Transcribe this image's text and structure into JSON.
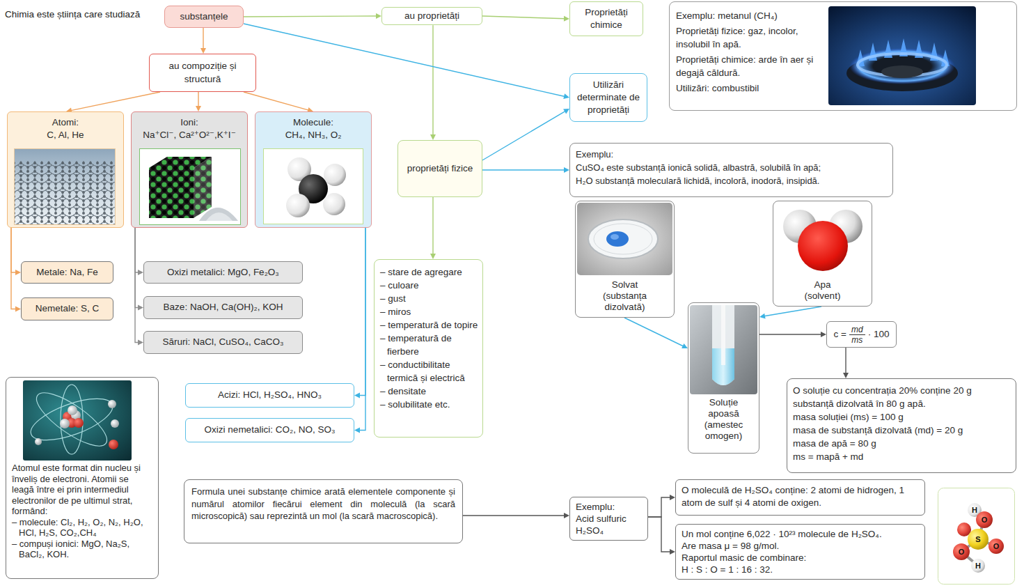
{
  "diagram": {
    "nodes": [
      {
        "text": [
          "substanțele"
        ]
      },
      {
        "text": [
          "au proprietăți"
        ]
      },
      {
        "text": [
          "Proprietăți chimice"
        ]
      },
      {
        "text": [
          "Exemplu: metanul (CH₄)",
          "Proprietăți fizice: gaz, incolor, insolubil în apă.",
          "Proprietăți chimice: arde în aer și degajă căldură.",
          "Utilizări: combustibil"
        ]
      },
      {
        "text": [
          "au compoziție și structură"
        ]
      },
      {
        "text": [
          "Utilizări determinate de proprietăți"
        ]
      },
      {
        "text": [
          "Atomi:",
          "C, Al, He"
        ]
      },
      {
        "text": [
          "Ioni:",
          "Na⁺Cl⁻, Ca²⁺O²⁻,K⁺I⁻"
        ]
      },
      {
        "text": [
          "Molecule:",
          "CH₄, NH₃, O₂"
        ]
      },
      {
        "text": [
          "proprietăți fizice"
        ]
      },
      {
        "text": [
          "Exemplu:",
          "CuSO₄ este substanță ionică solidă, albastră, solubilă în apă;",
          "H₂O substanță moleculară lichidă, incoloră, inodoră, insipidă."
        ]
      },
      {
        "text": [
          "Metale: Na, Fe"
        ]
      },
      {
        "text": [
          "Oxizi metalici: MgO, Fe₂O₃"
        ]
      },
      {
        "text": [
          "Solvat (substanța dizolvată)"
        ]
      },
      {
        "text": [
          "Apa (solvent)"
        ]
      },
      {
        "text": [
          "Nemetale: S, C"
        ]
      },
      {
        "text": [
          "Baze: NaOH, Ca(OH)₂, KOH"
        ]
      },
      {
        "text": [
          "Săruri: NaCl, CuSO₄, CaCO₃"
        ]
      },
      {
        "text": [
          "– stare de agregare",
          "– culoare",
          "– gust",
          "– miros",
          "– temperatură de topire",
          "– temperatură de fierbere",
          "– conductibilitate termică și electrică",
          "– densitate",
          "– solubilitate etc."
        ]
      },
      {
        "text": [
          "Soluție apoasă (amestec omogen)"
        ]
      },
      {
        "text": [
          "c =",
          "md",
          "ms",
          "· 100"
        ]
      },
      {
        "text": [
          "Atomul este format din nucleu și înveliș de electroni. Atomii se leagă între ei prin intermediul electronilor de pe ultimul strat, formând:",
          "– molecule: Cl₂, H₂, O₂, N₂, H₂O, HCl, H₂S, CO₂,CH₄",
          "– compuși ionici: MgO, Na₂S, BaCl₂, KOH."
        ]
      },
      {
        "text": [
          "Acizi: HCl, H₂SO₄, HNO₃"
        ]
      },
      {
        "text": [
          "Oxizi nemetalici: CO₂, NO, SO₃"
        ]
      },
      {
        "text": [
          "O soluție cu concentrația 20% conține 20 g substanță dizolvată în 80 g apă.",
          "masa soluției (ms) = 100 g",
          "masa de substanță dizolvată (md) = 20 g",
          "masa de apă = 80 g",
          "ms = mapă + md"
        ]
      },
      {
        "text": [
          "Formula unei substanțe chimice arată elementele componente și numărul atomilor fiecărui element din moleculă (la scară microscopică) sau reprezintă un mol (la scară macroscopică)."
        ]
      },
      {
        "text": [
          "Exemplu:",
          "Acid sulfuric H₂SO₄"
        ]
      },
      {
        "text": [
          "O moleculă de H₂SO₄ conține: 2 atomi de hidrogen, 1 atom de sulf și 4 atomi de oxigen."
        ]
      },
      {
        "text": [
          "Un mol conține 6,022 · 10²³ molecule de H₂SO₄.",
          "Are masa μ = 98 g/mol.",
          "Raportul masic de combinare:",
          "H : S : O = 1 : 16 : 32."
        ]
      }
    ],
    "edges": [
      {
        "from": 0,
        "to": 1,
        "arrow": "to"
      },
      {
        "from": 1,
        "to": 2,
        "arrow": "to"
      },
      {
        "from": 1,
        "to": 9,
        "arrow": "to"
      },
      {
        "from": 0,
        "to": 5,
        "arrow": "to"
      },
      {
        "from": 9,
        "to": 5,
        "arrow": "to"
      },
      {
        "from": 9,
        "to": 10,
        "arrow": "to"
      },
      {
        "from": 9,
        "to": 18,
        "arrow": "to"
      },
      {
        "from": 0,
        "to": 4,
        "arrow": "to"
      },
      {
        "from": 4,
        "to": 6,
        "arrow": "to"
      },
      {
        "from": 4,
        "to": 7,
        "arrow": "to"
      },
      {
        "from": 4,
        "to": 8,
        "arrow": "to"
      },
      {
        "from": 6,
        "to": 11,
        "arrow": "to"
      },
      {
        "from": 6,
        "to": 15,
        "arrow": "to"
      },
      {
        "from": 7,
        "to": 12,
        "arrow": "to"
      },
      {
        "from": 7,
        "to": 16,
        "arrow": "to"
      },
      {
        "from": 7,
        "to": 17,
        "arrow": "to"
      },
      {
        "from": 8,
        "to": 22,
        "arrow": "to"
      },
      {
        "from": 8,
        "to": 23,
        "arrow": "to"
      },
      {
        "from": 13,
        "to": 19,
        "arrow": "to"
      },
      {
        "from": 14,
        "to": 19,
        "arrow": "to"
      },
      {
        "from": 19,
        "to": 20,
        "arrow": "to"
      },
      {
        "from": 20,
        "to": 24,
        "arrow": "to"
      },
      {
        "from": 25,
        "to": 26,
        "arrow": "to"
      },
      {
        "from": 26,
        "to": 27,
        "arrow": "to"
      },
      {
        "from": 26,
        "to": 28,
        "arrow": "to"
      }
    ],
    "labels": [
      "Chimia este știința care studiază",
      "H",
      "O",
      "S",
      "O",
      "O",
      "H"
    ]
  }
}
